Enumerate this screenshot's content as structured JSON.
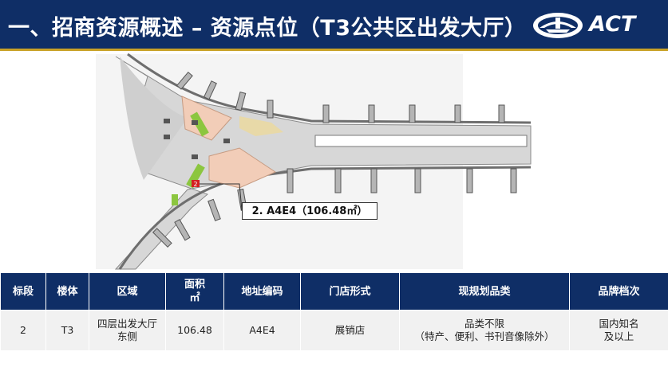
{
  "header": {
    "title": "一、招商资源概述 – 资源点位（T3公共区出发大厅）",
    "logo_text": "ACT"
  },
  "map": {
    "callout_label": "2. A4E4（106.48㎡）",
    "marker_number": "2"
  },
  "table": {
    "headers": [
      {
        "line1": "标段",
        "line2": ""
      },
      {
        "line1": "楼体",
        "line2": ""
      },
      {
        "line1": "区域",
        "line2": ""
      },
      {
        "line1": "面积",
        "line2": "㎡"
      },
      {
        "line1": "地址编码",
        "line2": ""
      },
      {
        "line1": "门店形式",
        "line2": ""
      },
      {
        "line1": "现规划品类",
        "line2": ""
      },
      {
        "line1": "品牌档次",
        "line2": ""
      }
    ],
    "rows": [
      [
        {
          "line1": "2",
          "line2": ""
        },
        {
          "line1": "T3",
          "line2": ""
        },
        {
          "line1": "四层出发大厅",
          "line2": "东侧"
        },
        {
          "line1": "106.48",
          "line2": ""
        },
        {
          "line1": "A4E4",
          "line2": ""
        },
        {
          "line1": "展销店",
          "line2": ""
        },
        {
          "line1": "品类不限",
          "line2": "（特产、便利、书刊音像除外）"
        },
        {
          "line1": "国内知名",
          "line2": "及以上"
        }
      ]
    ]
  },
  "colors": {
    "header_bg": "#0f2e66",
    "accent_line": "#c9a227",
    "highlight_zone": "#f2cdb8",
    "green_zone": "#8cc63f"
  }
}
